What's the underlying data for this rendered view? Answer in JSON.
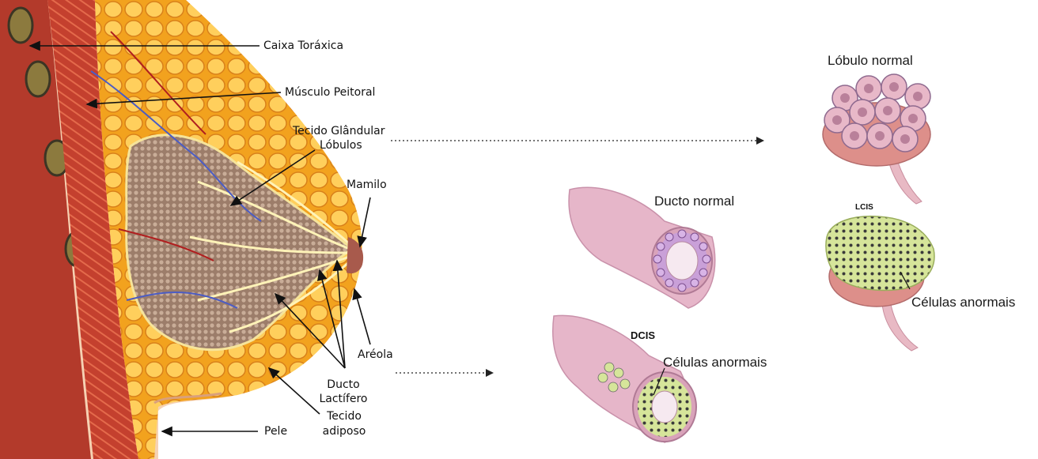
{
  "anatomy_labels": {
    "caixa_toracica": "Caixa Toráxica",
    "musculo_peitoral": "Músculo Peitoral",
    "tecido_glandular": "Tecido Glândular",
    "lobulos": "Lóbulos",
    "mamilo": "Mamilo",
    "areola": "Aréola",
    "ducto_lactifero_1": "Ducto",
    "ducto_lactifero_2": "Lactífero",
    "tecido_adiposo_1": "Tecido",
    "tecido_adiposo_2": "adiposo",
    "pele": "Pele"
  },
  "detail_labels": {
    "lobulo_normal": "Lóbulo normal",
    "ducto_normal": "Ducto normal",
    "dcis": "DCIS",
    "dcis_celulas": "Células anormais",
    "lcis": "LCIS",
    "lcis_celulas": "Células anormais"
  },
  "colors": {
    "muscle": "#c0392b",
    "fat": "#f4a320",
    "fat_light": "#ffd36b",
    "gland": "#a08070",
    "duct_pink": "#d9a3b8",
    "cell_purple": "#b98fc7",
    "abnormal_green": "#c9dd8a",
    "skin": "#f3c9a4"
  }
}
